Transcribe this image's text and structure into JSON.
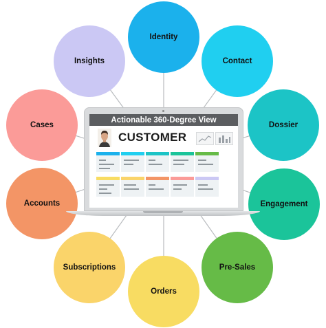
{
  "laptop": {
    "banner": "Actionable 360-Degree View",
    "title": "CUSTOMER"
  },
  "nodes": [
    {
      "key": "identity",
      "label": "Identity",
      "color": "#1bb1ec"
    },
    {
      "key": "contact",
      "label": "Contact",
      "color": "#20cff0"
    },
    {
      "key": "dossier",
      "label": "Dossier",
      "color": "#1cc4c6"
    },
    {
      "key": "engagement",
      "label": "Engagement",
      "color": "#1bc49a"
    },
    {
      "key": "presales",
      "label": "Pre-Sales",
      "color": "#66bb47"
    },
    {
      "key": "orders",
      "label": "Orders",
      "color": "#f8dc62"
    },
    {
      "key": "subscriptions",
      "label": "Subscriptions",
      "color": "#fad46a"
    },
    {
      "key": "accounts",
      "label": "Accounts",
      "color": "#f39566"
    },
    {
      "key": "cases",
      "label": "Cases",
      "color": "#fb9b98"
    },
    {
      "key": "insights",
      "label": "Insights",
      "color": "#cbc8f4"
    }
  ]
}
